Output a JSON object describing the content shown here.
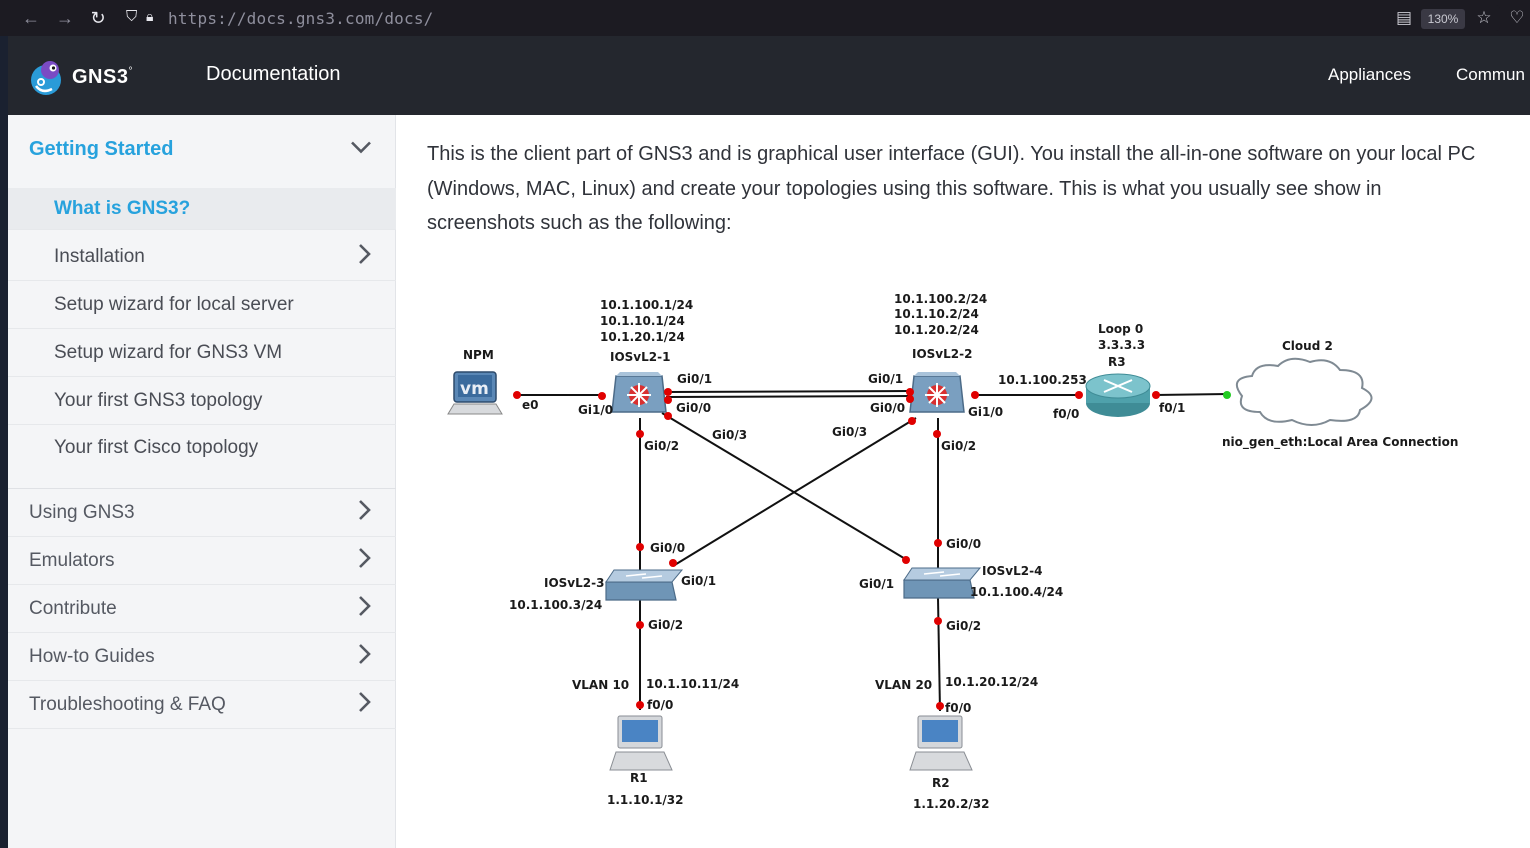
{
  "browser": {
    "url": "https://docs.gns3.com/docs/",
    "zoom": "130%"
  },
  "header": {
    "logo_text": "GNS3",
    "logo_mark": "°",
    "title": "Documentation",
    "links": [
      "Appliances",
      "Commun"
    ]
  },
  "sidebar": {
    "section": "Getting Started",
    "sub_items": [
      {
        "label": "What is GNS3?",
        "active": true
      },
      {
        "label": "Installation",
        "has_children": true
      },
      {
        "label": "Setup wizard for local server"
      },
      {
        "label": "Setup wizard for GNS3 VM"
      },
      {
        "label": "Your first GNS3 topology"
      },
      {
        "label": "Your first Cisco topology"
      }
    ],
    "top_items": [
      {
        "label": "Using GNS3"
      },
      {
        "label": "Emulators"
      },
      {
        "label": "Contribute"
      },
      {
        "label": "How-to Guides"
      },
      {
        "label": "Troubleshooting & FAQ"
      }
    ]
  },
  "main": {
    "paragraph": "This is the client part of GNS3 and is graphical user interface (GUI). You install the all-in-one software on your local PC (Windows, MAC, Linux) and create your topologies using this software. This is what you usually see show in screenshots such as the following:"
  },
  "topology": {
    "npm": {
      "name": "NPM",
      "port": "e0",
      "badge": "vm"
    },
    "sw1": {
      "name": "IOSvL2-1",
      "ips": [
        "10.1.100.1/24",
        "10.1.10.1/24",
        "10.1.20.1/24"
      ],
      "ports": [
        "Gi0/1",
        "Gi1/0",
        "Gi0/0",
        "Gi0/3",
        "Gi0/2"
      ]
    },
    "sw2": {
      "name": "IOSvL2-2",
      "ips": [
        "10.1.100.2/24",
        "10.1.10.2/24",
        "10.1.20.2/24"
      ],
      "ports": [
        "Gi0/1",
        "Gi0/0",
        "Gi1/0",
        "Gi0/3",
        "Gi0/2"
      ]
    },
    "r3": {
      "name": "R3",
      "loop": "Loop 0",
      "loop_ip": "3.3.3.3",
      "link_ip": "10.1.100.253",
      "ports": [
        "f0/0",
        "f0/1"
      ]
    },
    "cloud": {
      "name": "Cloud 2",
      "conn": "nio_gen_eth:Local Area Connection"
    },
    "sw3": {
      "name": "IOSvL2-3",
      "ip": "10.1.100.3/24",
      "ports": [
        "Gi0/0",
        "Gi0/1",
        "Gi0/2"
      ]
    },
    "sw4": {
      "name": "IOSvL2-4",
      "ip": "10.1.100.4/24",
      "ports": [
        "Gi0/0",
        "Gi0/1",
        "Gi0/2"
      ]
    },
    "r1": {
      "name": "R1",
      "ip": "1.1.10.1/32",
      "vlan": "VLAN 10",
      "link_ip": "10.1.10.11/24",
      "port": "f0/0"
    },
    "r2": {
      "name": "R2",
      "ip": "1.1.20.2/32",
      "vlan": "VLAN 20",
      "link_ip": "10.1.20.12/24",
      "port": "f0/0"
    }
  },
  "colors": {
    "accent": "#27a2dd",
    "header_bg": "#24272e",
    "sidebar_bg": "#f4f5f7",
    "port_dot": "#e00000",
    "cloud_dot": "#22cc22"
  }
}
